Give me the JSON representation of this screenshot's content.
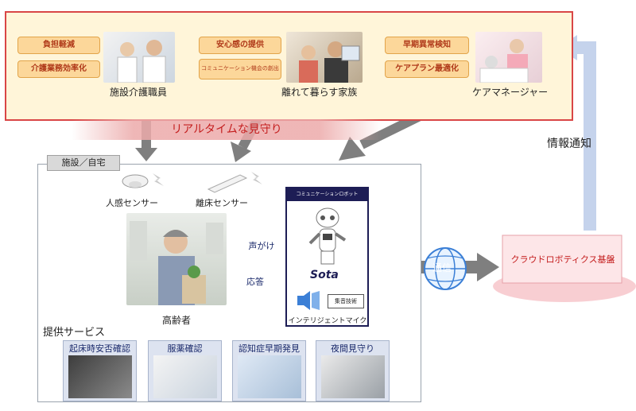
{
  "top": {
    "groups": [
      {
        "tags": [
          "負担軽減",
          "介護業務効率化"
        ],
        "label": "施設介護職員"
      },
      {
        "tags": [
          "安心感の提供",
          "コミュニケーション機会の創出"
        ],
        "label": "離れて暮らす家族"
      },
      {
        "tags": [
          "早期異常検知",
          "ケアプラン最適化"
        ],
        "label": "ケアマネージャー"
      }
    ]
  },
  "watch_band": "リアルタイムな見守り",
  "info_notice": "情報通知",
  "facility": {
    "tab": "施設／自宅",
    "sensor_motion": "人感センサー",
    "sensor_bed": "離床センサー",
    "voice_call": "声がけ",
    "response": "応答",
    "elder": "高齢者",
    "services_title": "提供サービス",
    "services": [
      "起床時安否確認",
      "服薬確認",
      "認知症早期発見",
      "夜間見守り"
    ]
  },
  "robot": {
    "header": "コミュニケーションロボット",
    "brand": "Sota",
    "chip": "集音技術",
    "caption": "インテリジェントマイク"
  },
  "comm": "通信",
  "cloud": "クラウドロボティクス基盤",
  "colors": {
    "accent_red": "#d94646",
    "navy": "#1d1d55",
    "arrow_blue": "#4a78c9",
    "tag_orange": "#fcd79a"
  }
}
